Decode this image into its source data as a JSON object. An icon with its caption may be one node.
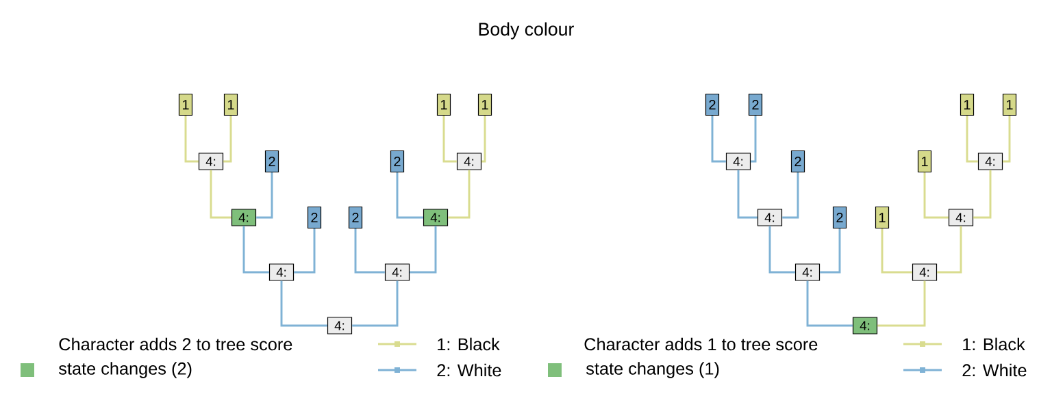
{
  "diagram": {
    "title": "Body colour",
    "nodes": [
      {
        "text": [
          "1"
        ]
      },
      {
        "text": [
          "1"
        ]
      },
      {
        "text": [
          "1"
        ]
      },
      {
        "text": [
          "1"
        ]
      },
      {
        "text": [
          "4:"
        ]
      },
      {
        "text": [
          "2"
        ]
      },
      {
        "text": [
          "2"
        ]
      },
      {
        "text": [
          "4:"
        ]
      },
      {
        "text": [
          "4:"
        ]
      },
      {
        "text": [
          "2"
        ]
      },
      {
        "text": [
          "2"
        ]
      },
      {
        "text": [
          "4:"
        ]
      },
      {
        "text": [
          "4:"
        ]
      },
      {
        "text": [
          "4:"
        ]
      },
      {
        "text": [
          "4:"
        ]
      },
      {
        "text": [
          "2"
        ]
      },
      {
        "text": [
          "2"
        ]
      },
      {
        "text": [
          "1"
        ]
      },
      {
        "text": [
          "1"
        ]
      },
      {
        "text": [
          "4:"
        ]
      },
      {
        "text": [
          "2"
        ]
      },
      {
        "text": [
          "1"
        ]
      },
      {
        "text": [
          "4:"
        ]
      },
      {
        "text": [
          "4:"
        ]
      },
      {
        "text": [
          "2"
        ]
      },
      {
        "text": [
          "1"
        ]
      },
      {
        "text": [
          "4:"
        ]
      },
      {
        "text": [
          "4:"
        ]
      },
      {
        "text": [
          "4:"
        ]
      },
      {
        "text": [
          "4:"
        ]
      }
    ],
    "edges": [
      {
        "from": 4,
        "to": 0,
        "arrow": "none",
        "color": "#d9dc8f"
      },
      {
        "from": 4,
        "to": 1,
        "arrow": "none",
        "color": "#d9dc8f"
      },
      {
        "from": 8,
        "to": 4,
        "arrow": "none",
        "color": "#d9dc8f"
      },
      {
        "from": 8,
        "to": 5,
        "arrow": "none"
      },
      {
        "from": 7,
        "to": 2,
        "arrow": "none",
        "color": "#d9dc8f"
      },
      {
        "from": 7,
        "to": 3,
        "arrow": "none",
        "color": "#d9dc8f"
      },
      {
        "from": 11,
        "to": 6,
        "arrow": "none"
      },
      {
        "from": 11,
        "to": 7,
        "arrow": "none",
        "color": "#d9dc8f"
      },
      {
        "from": 12,
        "to": 8,
        "arrow": "none"
      },
      {
        "from": 12,
        "to": 9,
        "arrow": "none"
      },
      {
        "from": 13,
        "to": 10,
        "arrow": "none"
      },
      {
        "from": 13,
        "to": 11,
        "arrow": "none"
      },
      {
        "from": 14,
        "to": 12,
        "arrow": "none"
      },
      {
        "from": 14,
        "to": 13,
        "arrow": "none"
      },
      {
        "from": 19,
        "to": 15,
        "arrow": "none"
      },
      {
        "from": 19,
        "to": 16,
        "arrow": "none"
      },
      {
        "from": 23,
        "to": 19,
        "arrow": "none"
      },
      {
        "from": 23,
        "to": 20,
        "arrow": "none"
      },
      {
        "from": 27,
        "to": 23,
        "arrow": "none"
      },
      {
        "from": 27,
        "to": 24,
        "arrow": "none"
      },
      {
        "from": 29,
        "to": 27,
        "arrow": "none"
      },
      {
        "from": 29,
        "to": 28,
        "arrow": "none",
        "color": "#d9dc8f"
      },
      {
        "from": 22,
        "to": 17,
        "arrow": "none",
        "color": "#d9dc8f"
      },
      {
        "from": 22,
        "to": 18,
        "arrow": "none",
        "color": "#d9dc8f"
      },
      {
        "from": 26,
        "to": 21,
        "arrow": "none",
        "color": "#d9dc8f"
      },
      {
        "from": 26,
        "to": 22,
        "arrow": "none",
        "color": "#d9dc8f"
      },
      {
        "from": 28,
        "to": 25,
        "arrow": "none",
        "color": "#d9dc8f"
      },
      {
        "from": 28,
        "to": 26,
        "arrow": "none",
        "color": "#d9dc8f"
      }
    ],
    "labels": [
      "Character adds 2 to tree score",
      "Character adds 1 to tree score"
    ],
    "legend": [
      {
        "text": "state changes (2)",
        "color": "#7fbf7b"
      },
      {
        "text": "1: Black"
      },
      {
        "text": "2: White"
      },
      {
        "text": "state changes (1)",
        "color": "#7fbf7b"
      },
      {
        "text": "1: Black"
      },
      {
        "text": "2: White"
      }
    ]
  }
}
